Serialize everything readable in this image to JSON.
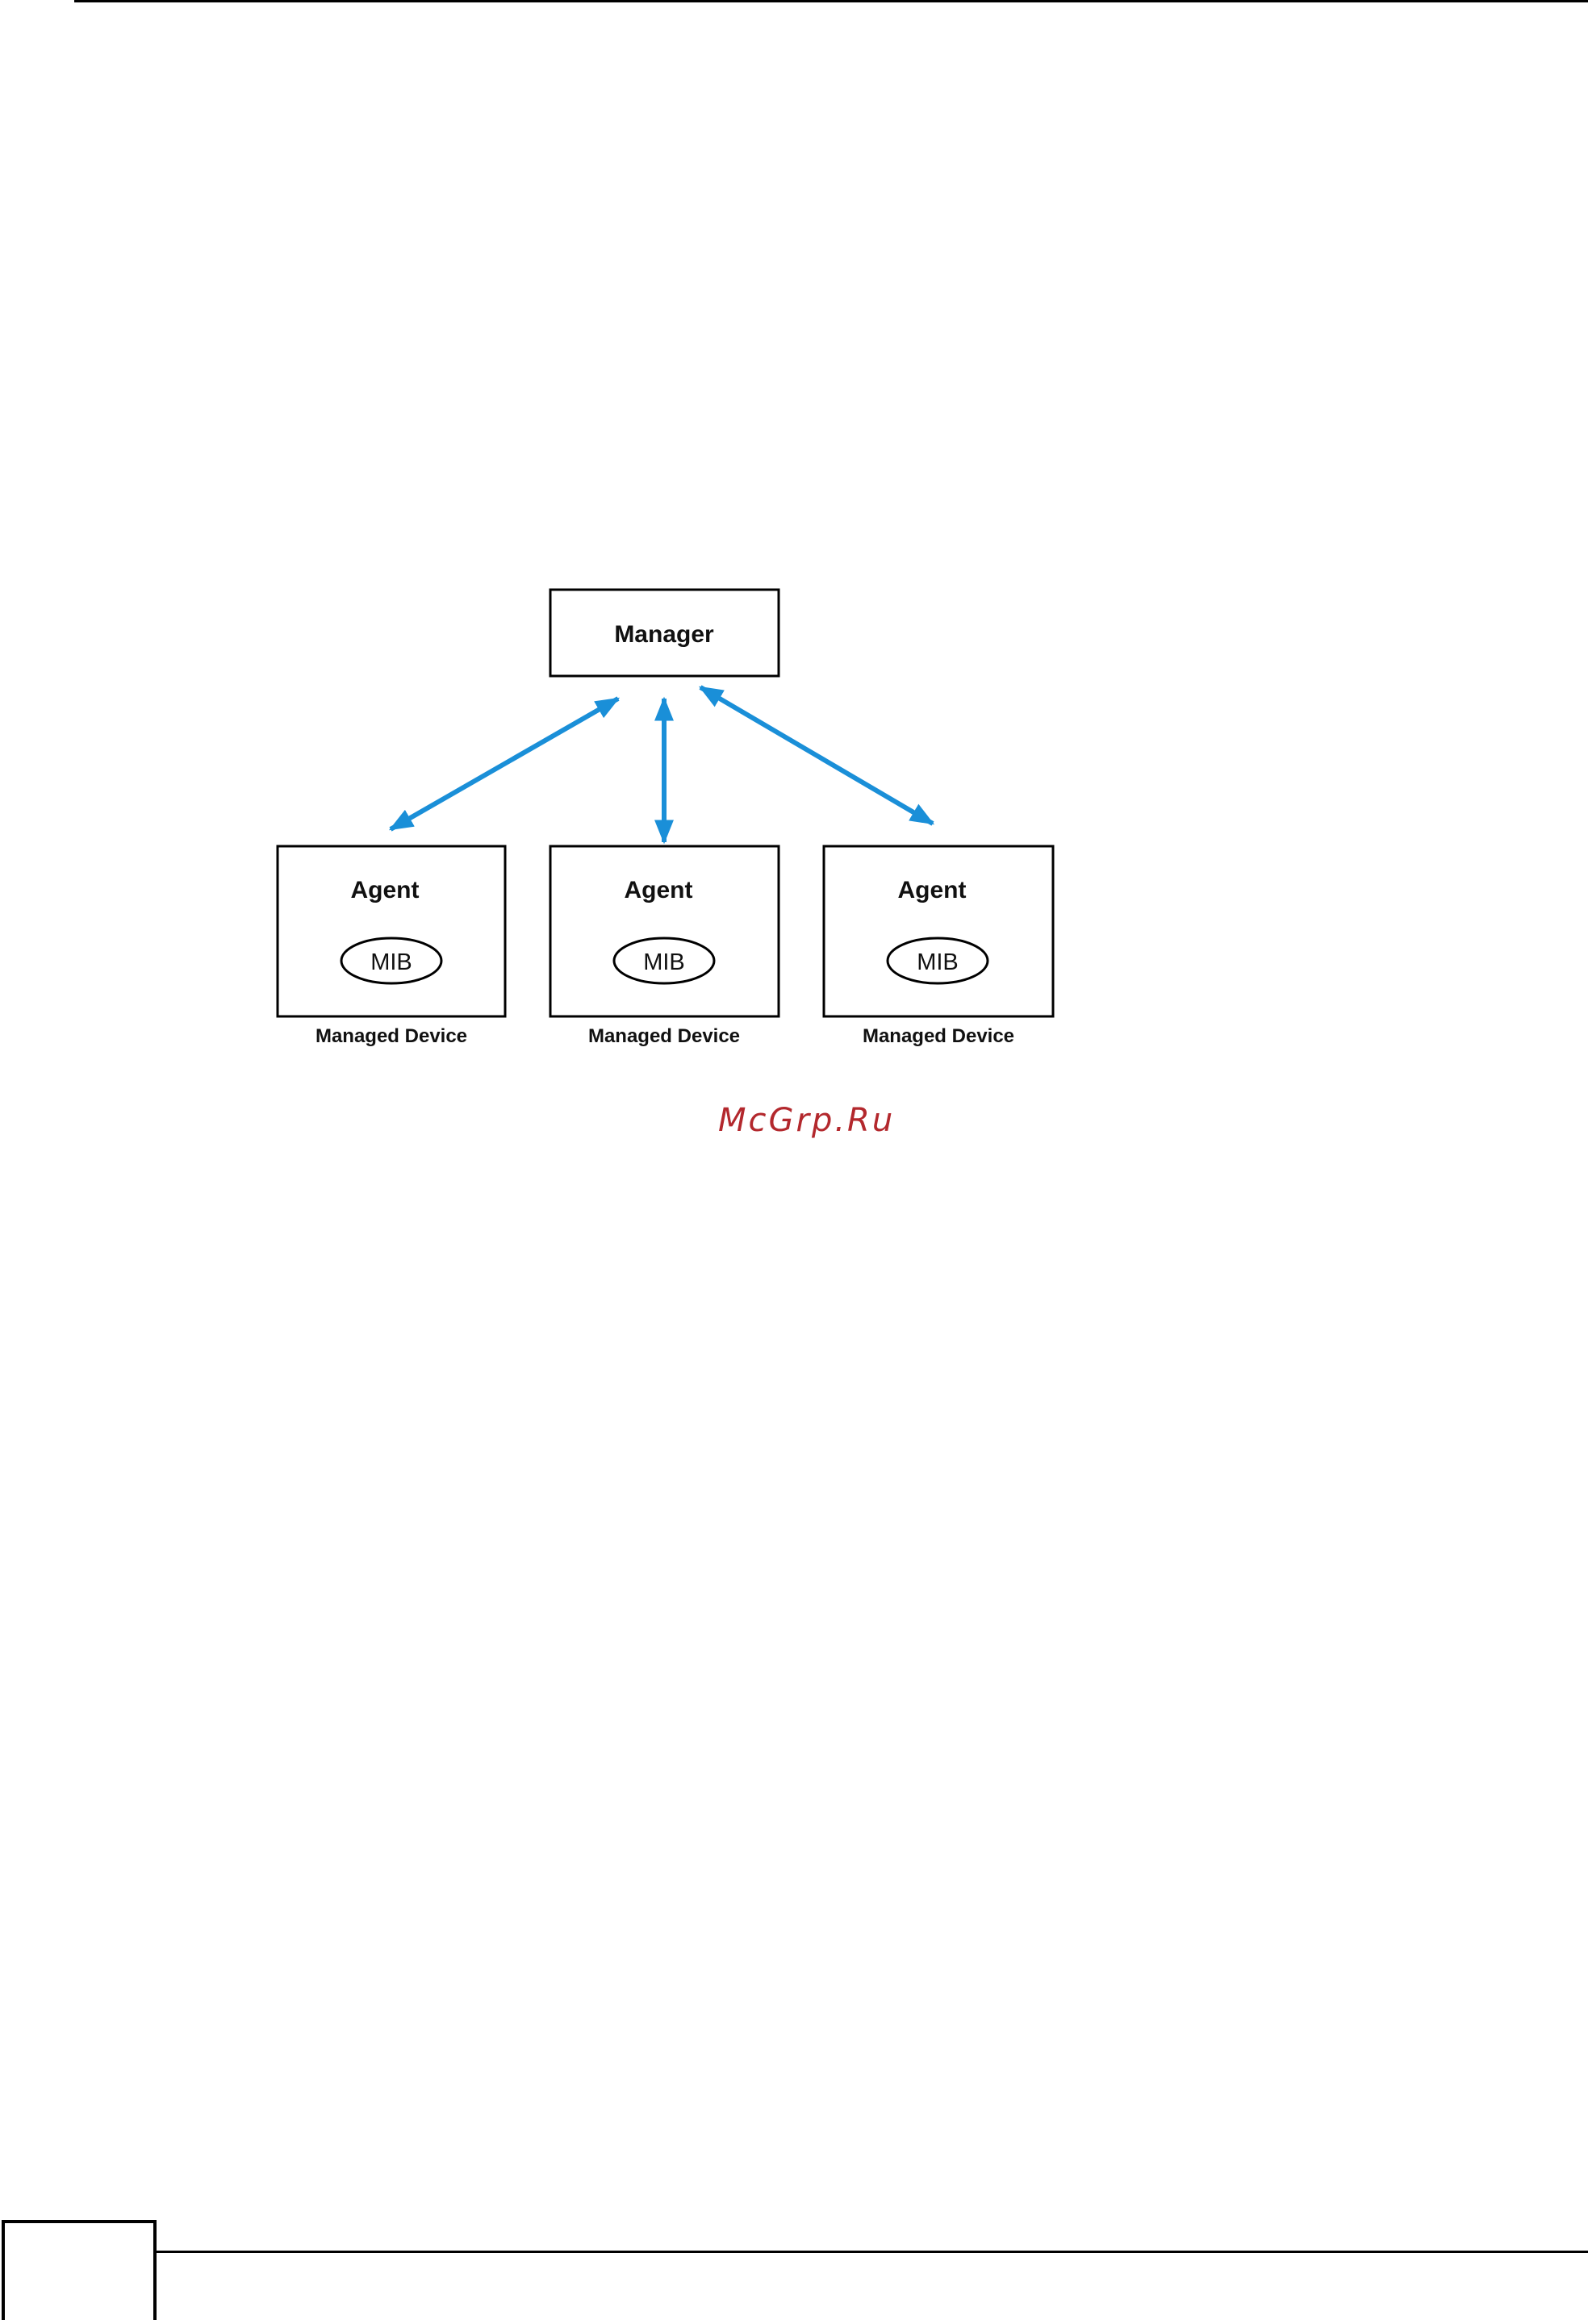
{
  "diagram": {
    "manager_label": "Manager",
    "agents": [
      {
        "agent_label": "Agent",
        "mib_label": "MIB",
        "device_label": "Managed Device"
      },
      {
        "agent_label": "Agent",
        "mib_label": "MIB",
        "device_label": "Managed Device"
      },
      {
        "agent_label": "Agent",
        "mib_label": "MIB",
        "device_label": "Managed Device"
      }
    ],
    "arrow_color": "#1a8fd8"
  },
  "watermark": "McGrp.Ru"
}
